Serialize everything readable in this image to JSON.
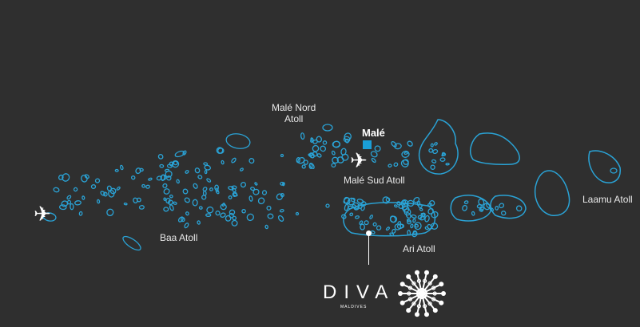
{
  "map": {
    "background_color": "#2f2f2f",
    "reef_color": "#2aa3d6",
    "capital_marker_color": "#1a9fd8",
    "labels": {
      "male_nord": "Malé Nord\nAtoll",
      "male": "Malé",
      "male_sud": "Malé Sud Atoll",
      "baa": "Baa Atoll",
      "ari": "Ari Atoll",
      "laamu": "Laamu Atoll"
    },
    "icons": [
      "airplane-icon",
      "airplane-icon",
      "resort-pin-icon",
      "diva-flower-logo"
    ]
  },
  "logo": {
    "word": "DIVA",
    "sub": "MALDIVES"
  }
}
